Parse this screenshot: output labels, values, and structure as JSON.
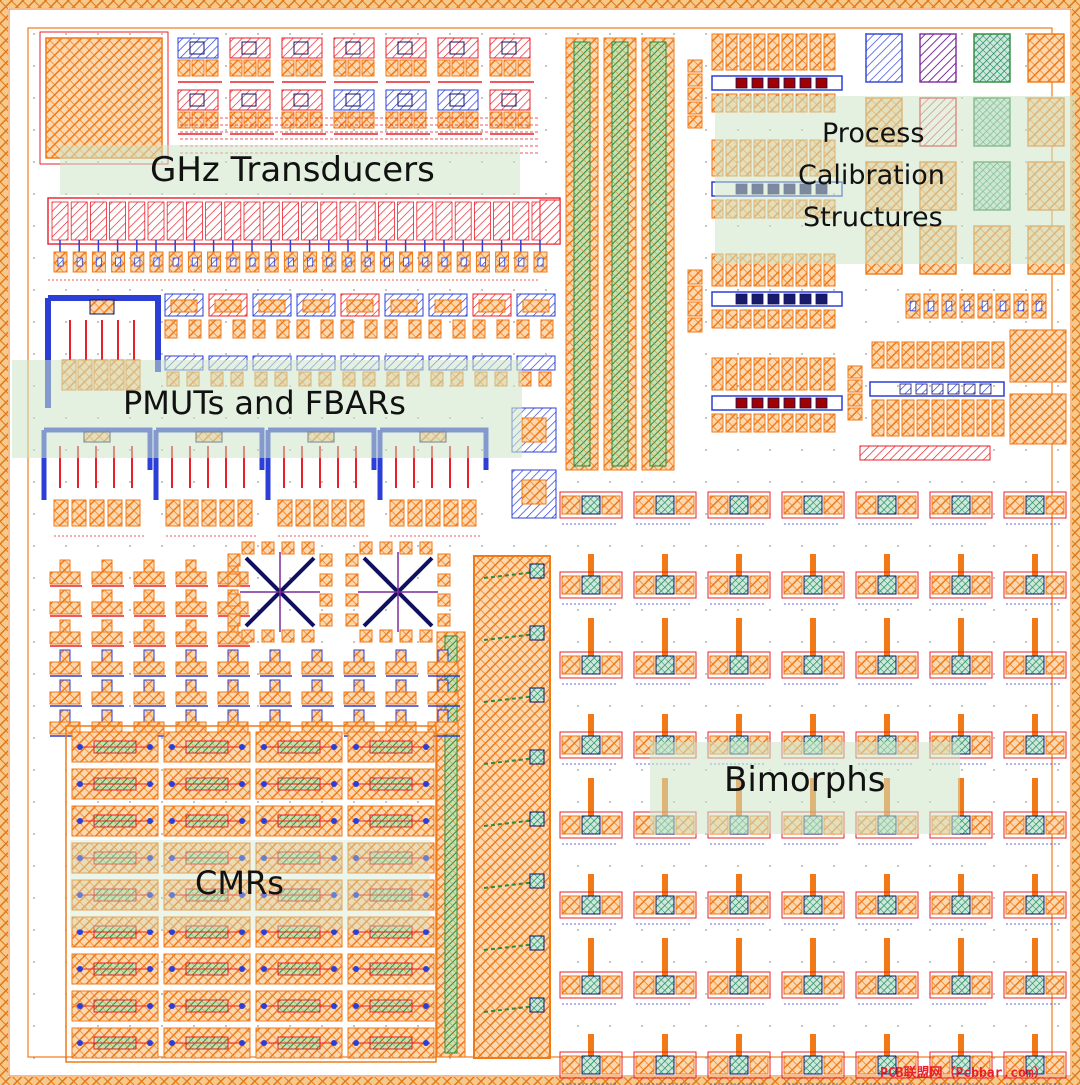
{
  "regions": {
    "ghz": "GHz Transducers",
    "pmut": "PMUTs and FBARs",
    "cmr": "CMRs",
    "process1": "Process",
    "process2": "Calibration",
    "process3": "Structures",
    "bimorph": "Bimorphs"
  },
  "watermark": "PCB联盟网（Pcbbar.com）",
  "colors": {
    "orange": "#f07a18",
    "red": "#e8202a",
    "blue": "#2b3fd6",
    "green": "#2e8b3e",
    "navy": "#101060",
    "purple": "#7a2a9a",
    "label_bg": "#cfe6c8"
  }
}
